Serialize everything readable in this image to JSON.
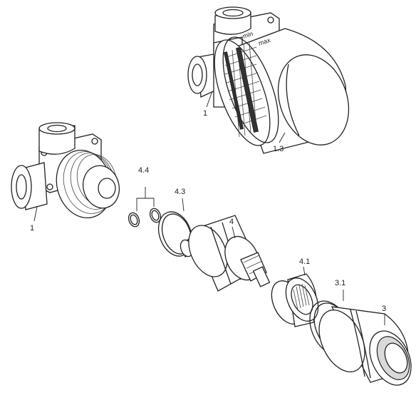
{
  "labels": {
    "top_body": "1",
    "top_cover": "1.3",
    "left_body": "1",
    "oring_pair": "4.4",
    "oring_large": "4.3",
    "cartridge": "4",
    "nut": "4.1",
    "sleeve_ring": "3.1",
    "sleeve": "3"
  },
  "scale_text": {
    "min": "min",
    "max": "max"
  }
}
